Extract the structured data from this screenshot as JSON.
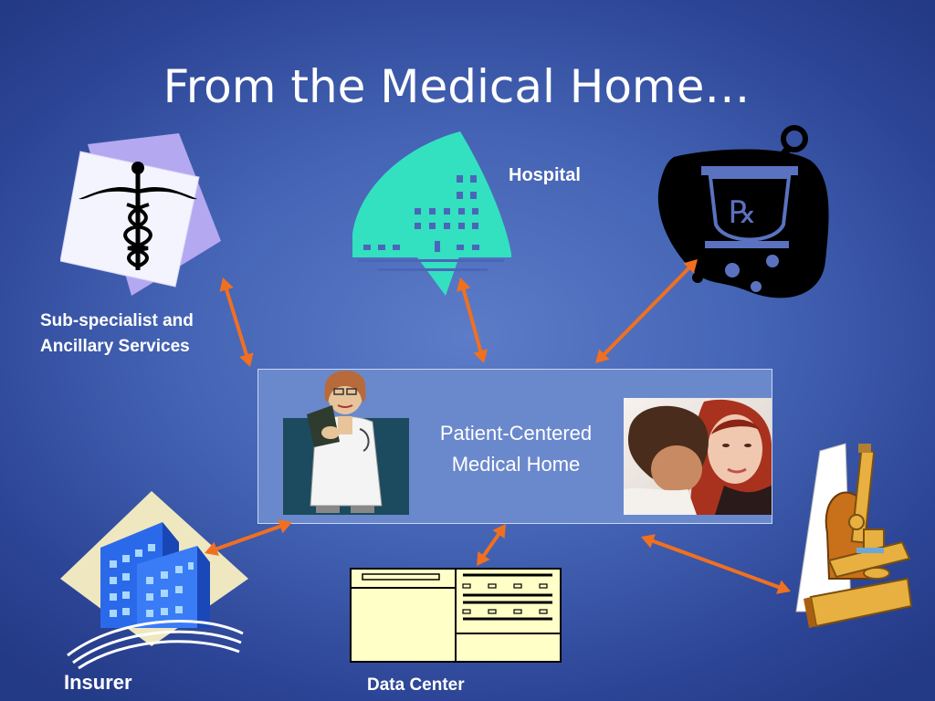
{
  "slide": {
    "title": "From the Medical Home…"
  },
  "nodes": {
    "hospital": "Hospital",
    "subspecialist_line1": "Sub-specialist and",
    "subspecialist_line2": "Ancillary Services",
    "insurer": "Insurer",
    "data_center": "Data Center",
    "center_line1": "Patient-Centered",
    "center_line2": "Medical Home"
  },
  "icons": {
    "pharmacy": "mortar-pestle-rx-icon",
    "hospital": "hospital-building-icon",
    "subspecialist": "caduceus-icon",
    "insurer": "office-buildings-icon",
    "data_center": "ledger-form-icon",
    "lab": "microscope-icon",
    "doctor": "doctor-clipboard-icon",
    "patients": "mother-child-photo"
  },
  "colors": {
    "arrow": "#f07020",
    "hospital": "#33e0c0",
    "caduceus_paper": "#f4f4ff",
    "caduceus_back": "#b4a8f0",
    "pharmacy": "#000000",
    "pharmacy_accent": "#5a72c0"
  }
}
